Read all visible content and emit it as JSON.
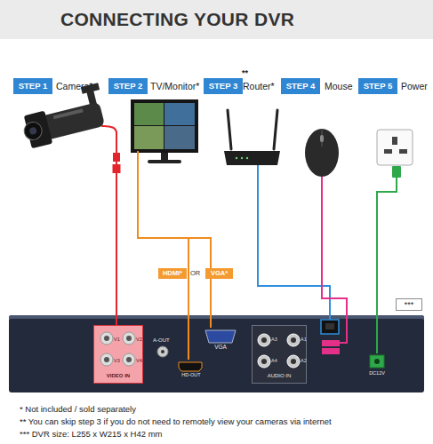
{
  "diagram": {
    "title": "CONNECTING YOUR DVR",
    "nodes": [
      {
        "text": [
          "STEP 1",
          "Camera*"
        ]
      },
      {
        "text": [
          "STEP 2",
          "TV/Monitor*"
        ]
      },
      {
        "text": [
          "STEP 3",
          "**",
          "Router*"
        ]
      },
      {
        "text": [
          "STEP 4",
          "Mouse"
        ]
      },
      {
        "text": [
          "STEP 5",
          "Power"
        ]
      },
      {
        "text": [
          "***"
        ]
      },
      {
        "text": [
          "A-OUT"
        ]
      },
      {
        "text": [
          "V1",
          "V2",
          "V3",
          "V4",
          "VIDEO IN"
        ],
        "in": 6
      },
      {
        "text": [
          "VGA"
        ],
        "in": 6
      },
      {
        "text": [
          "HD-OUT"
        ],
        "in": 6
      },
      {
        "text": [
          "A3",
          "A1",
          "A4",
          "A2",
          "AUDIO IN"
        ],
        "in": 6
      },
      {
        "text": [
          "DC12V"
        ],
        "in": 6
      }
    ],
    "edges": [
      {
        "from": 0,
        "to": 7,
        "arrow": "none"
      },
      {
        "from": 1,
        "to": 9,
        "label": "HDMI*",
        "arrow": "none"
      },
      {
        "from": 1,
        "to": 8,
        "label": "VGA*",
        "arrow": "none"
      },
      {
        "from": 2,
        "to": 6,
        "arrow": "none"
      },
      {
        "from": 3,
        "to": 6,
        "arrow": "none"
      },
      {
        "from": 4,
        "to": 11,
        "arrow": "none"
      }
    ],
    "labels": [
      "OR",
      "* Not included / sold separately",
      "** You can skip step 3 if you do not need to remotely view your cameras via internet",
      "*** DVR size: L255 x W215 x H42 mm"
    ]
  }
}
